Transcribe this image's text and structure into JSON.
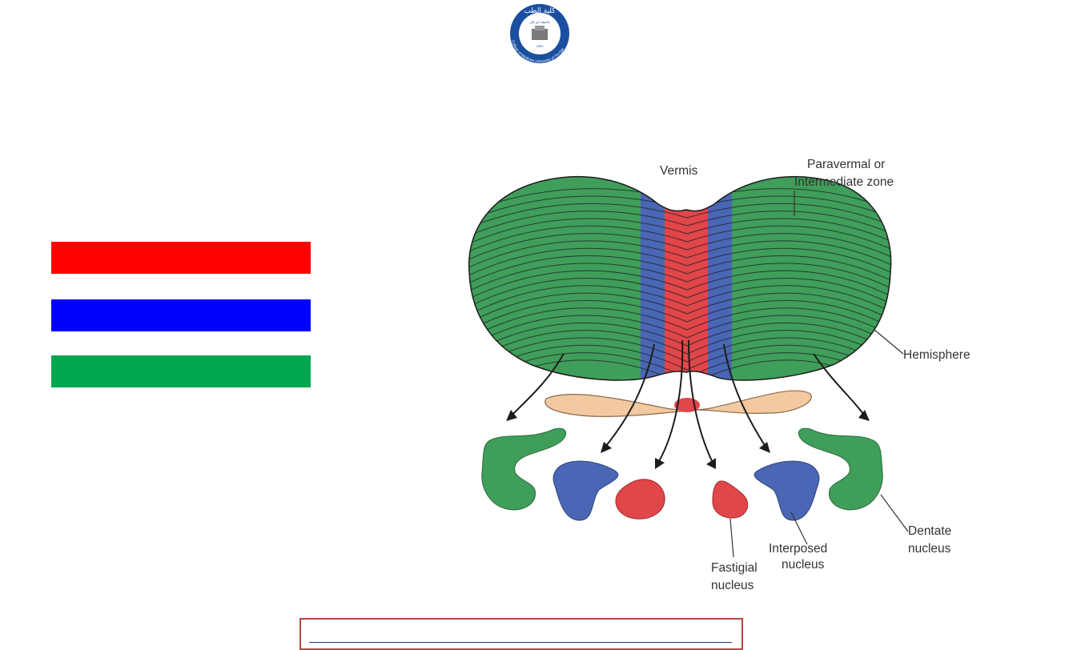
{
  "logo": {
    "arabic_top": "كلية الطب",
    "arabic_inner": "جامعة ذي قار",
    "english_ring": "College of Medicine University of Thi-Qar",
    "year": "2002"
  },
  "legend": [
    {
      "name": "red",
      "color": "#ff0000"
    },
    {
      "name": "blue",
      "color": "#0000ff"
    },
    {
      "name": "green",
      "color": "#00a650"
    }
  ],
  "diagram": {
    "labels": {
      "vermis": "Vermis",
      "paravermal_line1": "Paravermal or",
      "paravermal_line2": "Intermediate zone",
      "hemisphere": "Hemisphere",
      "dentate_line1": "Dentate",
      "dentate_line2": "nucleus",
      "interposed_line1": "Interposed",
      "interposed_line2": "nucleus",
      "fastigial_line1": "Fastigial",
      "fastigial_line2": "nucleus"
    },
    "colors": {
      "hemisphere": "#3f9e5a",
      "intermediate": "#4a67b5",
      "vermis": "#e0464a",
      "brainstem": "#f2c9a0",
      "outline": "#1d1d1d"
    }
  },
  "footer": {}
}
